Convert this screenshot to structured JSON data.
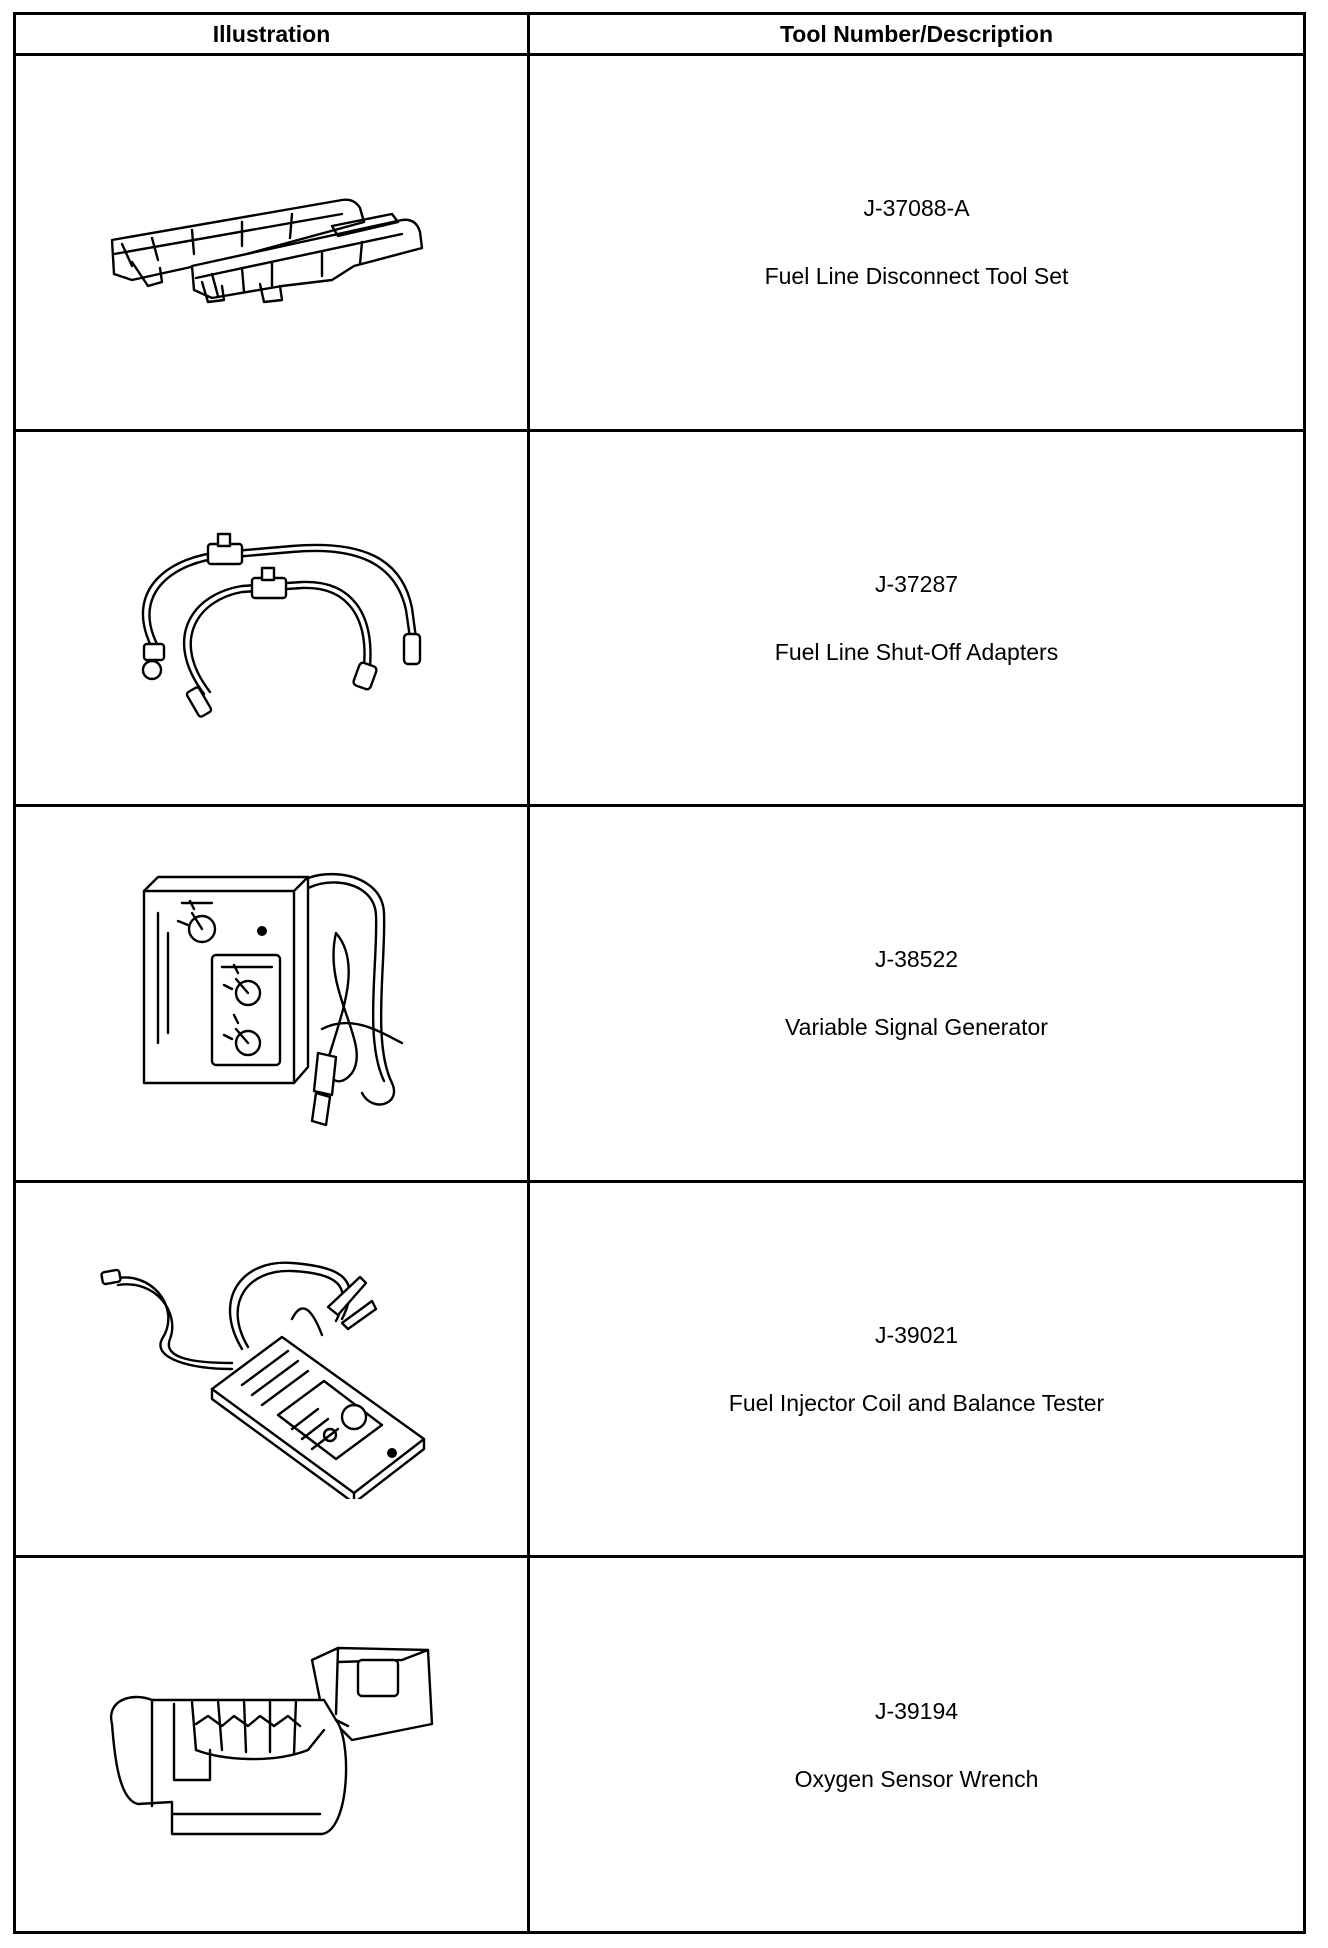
{
  "table": {
    "headers": [
      "Illustration",
      "Tool Number/Description"
    ],
    "rows": [
      {
        "number": "J-37088-A",
        "description": "Fuel Line Disconnect Tool Set",
        "illustration": "disconnect-tool-set-icon"
      },
      {
        "number": "J-37287",
        "description": "Fuel Line Shut-Off Adapters",
        "illustration": "shut-off-adapters-icon"
      },
      {
        "number": "J-38522",
        "description": "Variable Signal Generator",
        "illustration": "signal-generator-icon"
      },
      {
        "number": "J-39021",
        "description": "Fuel Injector Coil and Balance Tester",
        "illustration": "injector-tester-icon"
      },
      {
        "number": "J-39194",
        "description": "Oxygen Sensor Wrench",
        "illustration": "oxygen-sensor-wrench-icon"
      }
    ]
  }
}
